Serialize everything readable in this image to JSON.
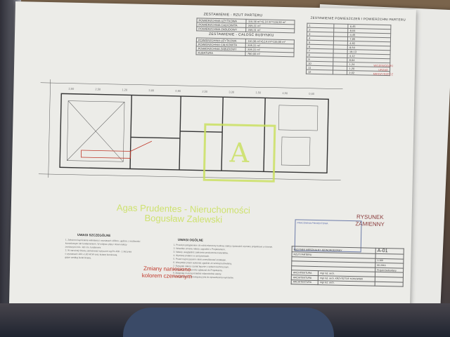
{
  "summary_table": {
    "header": "ZESTAWIENIE - RZUT PARTERU",
    "rows": [
      {
        "label": "POWIERZCHNIA UŻYTKOWA",
        "value": "110,36 m²+6,14 m²=116,50 m²"
      },
      {
        "label": "POWIERZCHNIA CAŁKOWITA",
        "value": "205,31 m²"
      },
      {
        "label": "POWIERZCHNIA ZABUDOWY",
        "value": "205,31 m²"
      }
    ],
    "header2": "ZESTAWIENIE - CAŁOŚĆ BUDYNKU",
    "rows2": [
      {
        "label": "POWIERZCHNIA UŻYTKOWA",
        "value": "110,36 m²+6,14 m²=116,50 m²"
      },
      {
        "label": "POWIERZCHNIA CAŁKOWITA",
        "value": "205,31 m²"
      },
      {
        "label": "POWIERZCHNIA ZABUDOWY",
        "value": "205,31 m²"
      },
      {
        "label": "KUBATURA",
        "value": "780,00 m³"
      }
    ]
  },
  "rooms_table": {
    "header": "ZESTAWIENIE POMIESZCZEŃ I POWIERZCHNI PARTERU",
    "rows": [
      {
        "nr": "1",
        "name": "",
        "area": "6,45"
      },
      {
        "nr": "2",
        "name": "",
        "area": "8,04"
      },
      {
        "nr": "3",
        "name": "",
        "area": "4,45"
      },
      {
        "nr": "4",
        "name": "",
        "area": "7,85"
      },
      {
        "nr": "5",
        "name": "",
        "area": "4,92"
      },
      {
        "nr": "6",
        "name": "",
        "area": "8,54"
      },
      {
        "nr": "7",
        "name": "",
        "area": "18,13"
      },
      {
        "nr": "8",
        "name": "",
        "area": "4,12"
      },
      {
        "nr": "9",
        "name": "",
        "area": "8,64"
      },
      {
        "nr": "10",
        "name": "",
        "area": "1,24"
      },
      {
        "nr": "11",
        "name": "",
        "area": "1,20"
      },
      {
        "nr": "12",
        "name": "",
        "area": "2,02"
      }
    ]
  },
  "notes": {
    "left_head": "UWAGI SZCZEGÓLNE",
    "right_head": "UWAGI OGÓLNE",
    "left_lines": [
      "1. Założono kąt ścianie wełnianej o wymiarach 100cm, ujęście z możliwości",
      "kominkowym lub fundamentem. W miejscu płyty i ścian należy",
      "poniższymi min. 110 cm. fundament",
      "2. W narożnej ściany zastosować wytyczne wg Pn-158 - 1 skrzynia",
      "o wymiarach 100 x 120 NCW oraz ścianę kominową.",
      "gdzie według Dział ścianę."
    ],
    "right_lines": [
      "1. Przed przystąpieniem do robót elementy budowy należy sprawdzić wymiary projektowe w terenie.",
      "2. Wszelkie zmiany należy uzgodnić z Projektantem.",
      "3. Należy uwzględnić zalecenia producenta materiałów.",
      "4. Wymiary podano w centymetrach.",
      "5. Przed rozpoczęciem robót zweryfikować instalacje.",
      "6. Wszystkie prace wykonać zgodnie ze sztuką budowlaną.",
      "7. Rysunek należy czytać łącznie z opisem technicznym.",
      "8. Wszelkie rozbieżności zgłaszać do Projektanta.",
      "9. Materiały muszą posiadać odpowiednie atesty.",
      "10. Wykonawca zobowiązany jest do sprawdzenia wymiarów."
    ]
  },
  "changes_note": [
    "Zmiany naniesiono",
    "kolorem czerwonym"
  ],
  "changed_drawing": [
    "RYSUNEK",
    "ZAMIENNY"
  ],
  "watermark": {
    "logo_letter": "A",
    "lines": [
      "Agas Prudentes - Nieruchomości",
      "Bogusław Zalewski"
    ]
  },
  "title_block": {
    "office": "PRACOWNIA PROJEKTOWA",
    "project": "BUDYNEK MIESZKALNY JEDNORODZINNY",
    "sheet": "A-01",
    "drawing": "RZUT PARTERU",
    "scale": "1:100",
    "date": "06.2016",
    "stage": "Projekt budowlany",
    "rows": [
      {
        "role": "ARCHITEKTURA",
        "name": "mgr inż. arch."
      },
      {
        "role": "ARCHITEKTURA",
        "name": "mgr inż. arch. KRZYSZTOF KONOWSKI"
      },
      {
        "role": "ARCHITEKTURA",
        "name": "mgr inż. arch."
      }
    ]
  },
  "dimensions": [
    "3,60",
    "2,50",
    "1,20",
    "3,60",
    "0,90",
    "2,50",
    "3,30",
    "1,50",
    "4,50",
    "0,60"
  ],
  "stamp_red": [
    "WOJEWÓDZKI",
    "URZĄD",
    "MIĘDZYRZECZ"
  ],
  "colors": {
    "paper": "#ecece8",
    "ink": "#333333",
    "red": "#c0392b",
    "watermark": "#c9e05a",
    "stamp": "#6b7aa8"
  }
}
